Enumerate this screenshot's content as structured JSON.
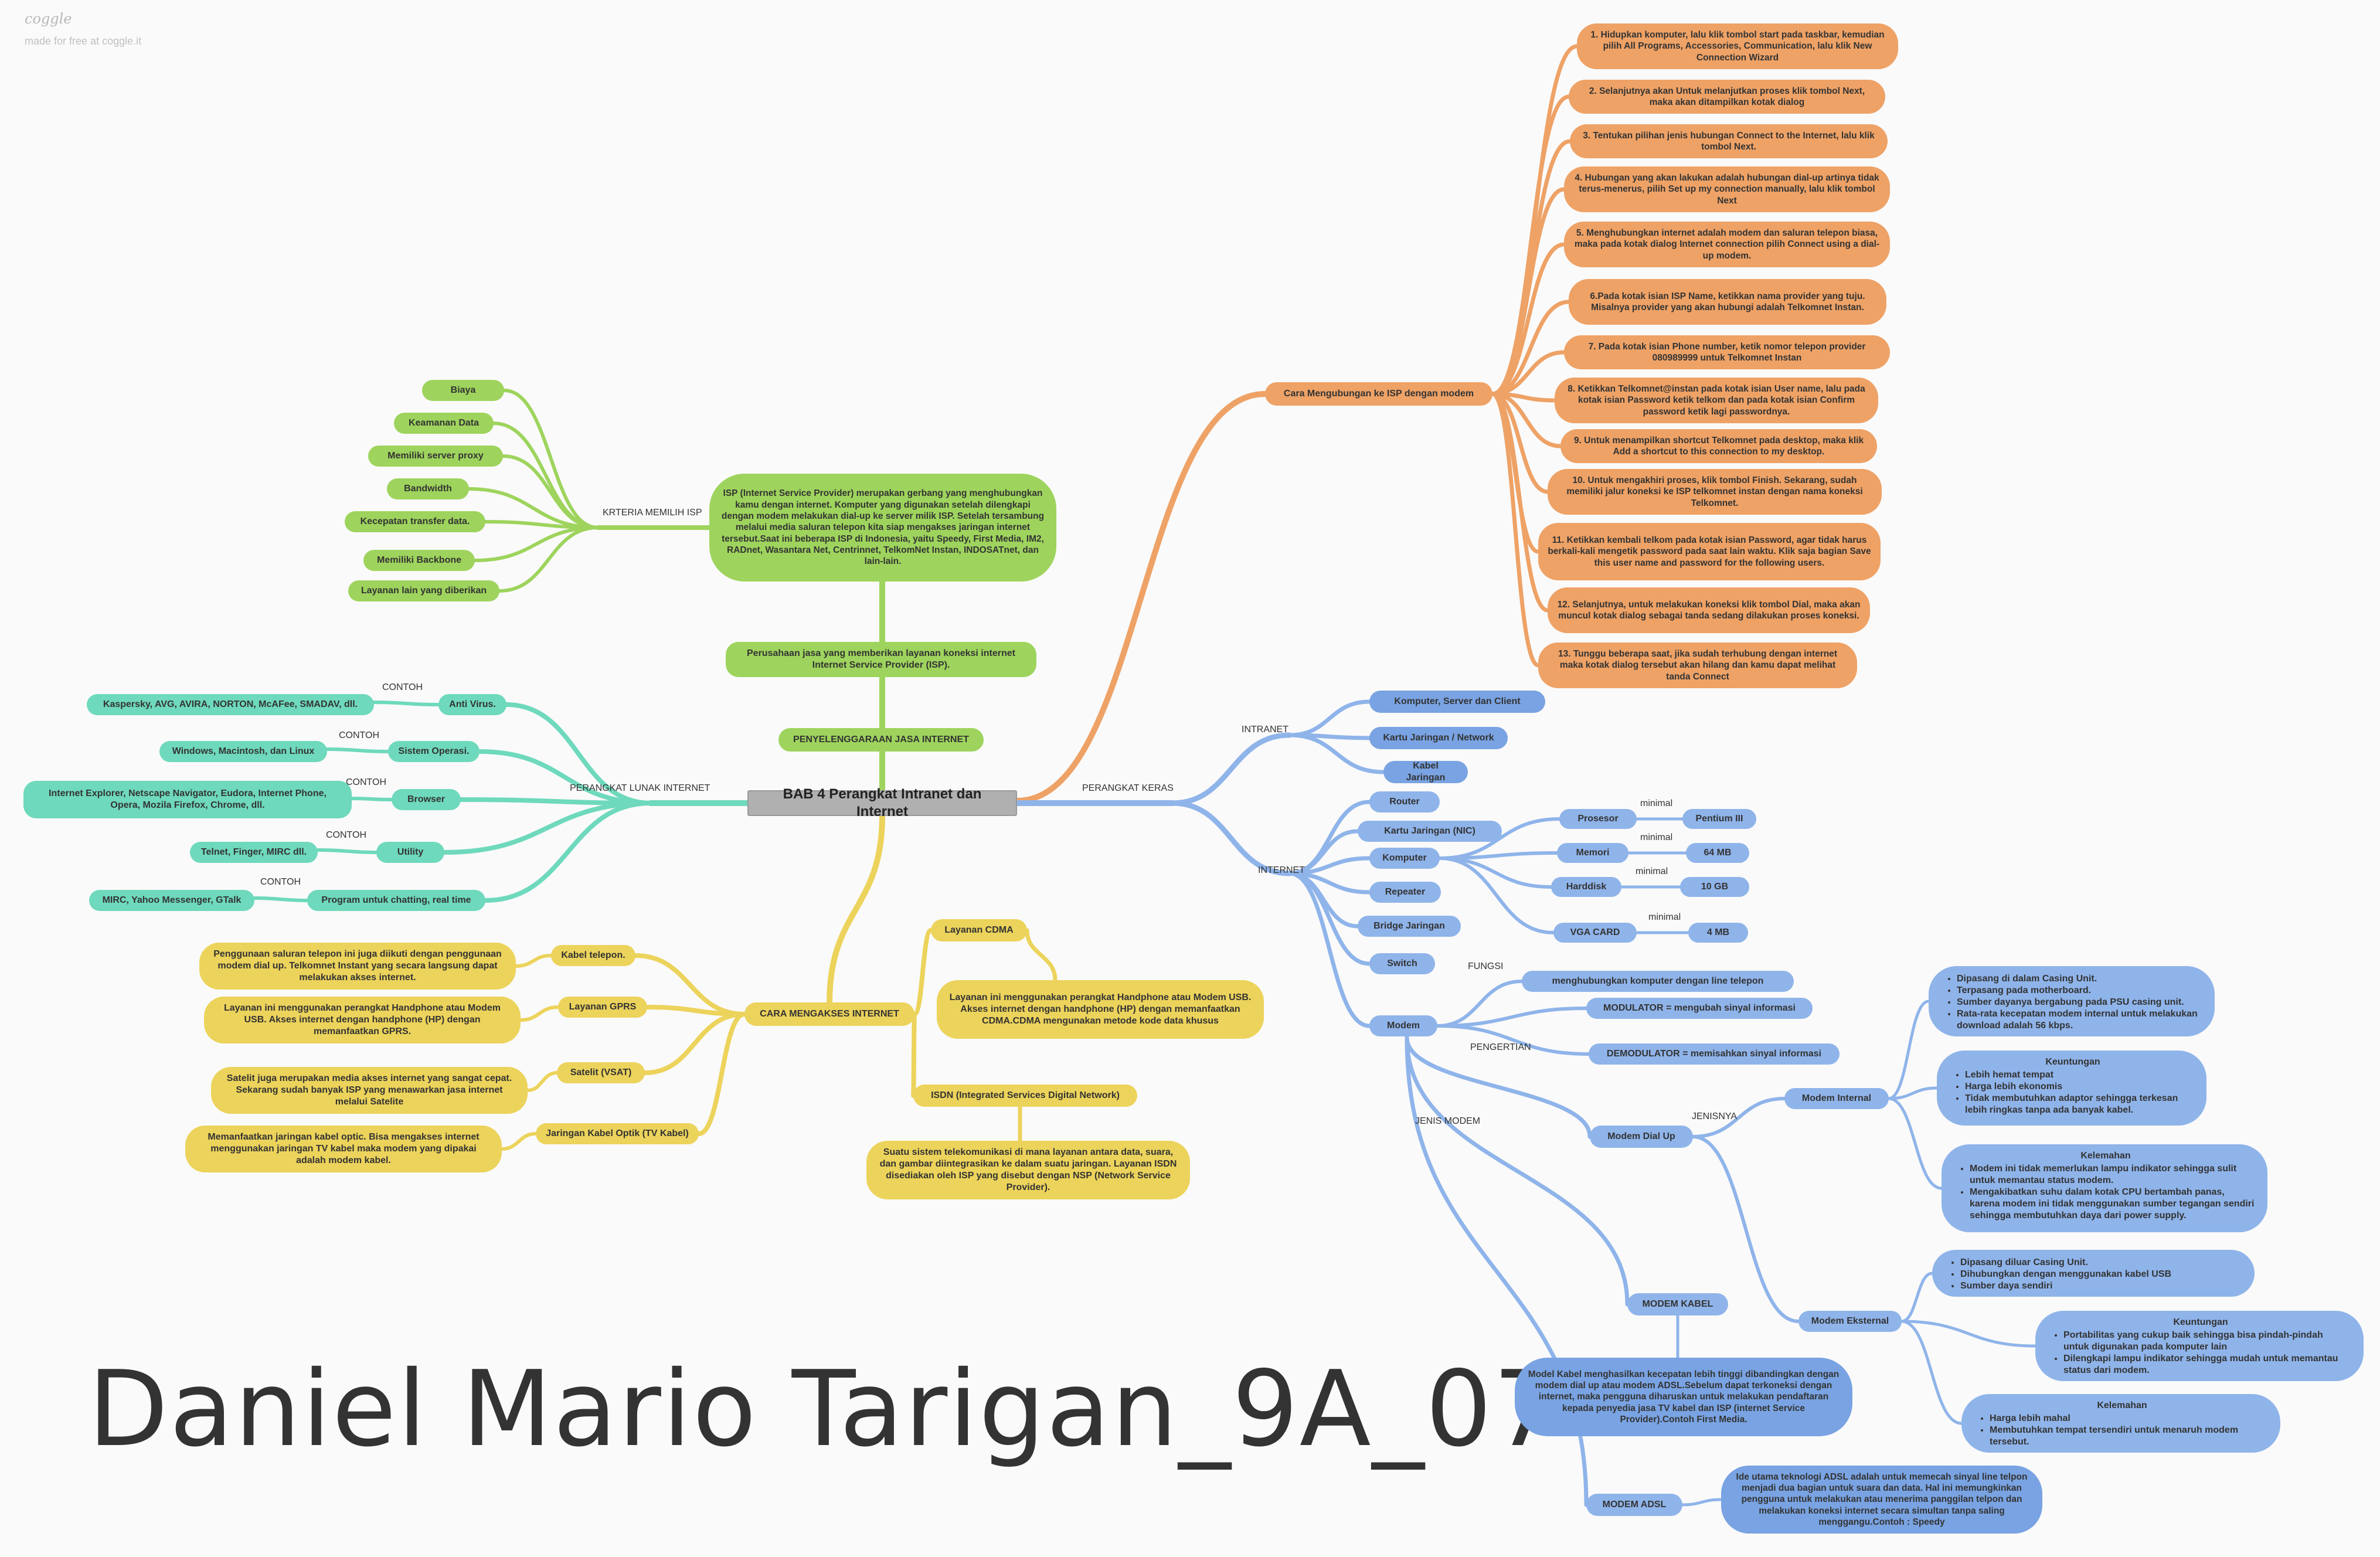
{
  "brand": {
    "logo": "coggle",
    "tagline": "made for free at coggle.it"
  },
  "author": "Daniel Mario Tarigan_9A_07",
  "center": "BAB 4 Perangkat Intranet dan Internet",
  "colors": {
    "green": "#9ed45d",
    "teal": "#6ed9bc",
    "orange": "#eea266",
    "yellow": "#ecd35b",
    "blue": "#8fb4ea"
  },
  "penyelenggaraan": {
    "title": "PENYELENGGARAAN JASA INTERNET",
    "definition": "Perusahaan jasa yang memberikan layanan koneksi internet Internet Service Provider (ISP).",
    "isp": "ISP (Internet Service Provider) merupakan gerbang yang menghubungkan kamu dengan internet. Komputer yang digunakan setelah dilengkapi dengan modem melakukan dial-up ke server milik ISP. Setelah tersambung melalui media saluran telepon kita siap mengakses jaringan internet tersebut.Saat ini beberapa ISP di Indonesia, yaitu Speedy, First Media, IM2, RADnet, Wasantara Net, Centrinnet, TelkomNet Instan, INDOSATnet, dan lain-lain.",
    "kriteria_label": "KRTERIA MEMILIH ISP",
    "kriteria": [
      "Biaya",
      "Keamanan Data",
      "Memiliki server proxy",
      "Bandwidth",
      "Kecepatan transfer data.",
      "Memiliki Backbone",
      "Layanan lain yang diberikan"
    ]
  },
  "lunak": {
    "label": "PERANGKAT LUNAK INTERNET",
    "contoh": "CONTOH",
    "items": [
      {
        "name": "Anti Virus.",
        "example": "Kaspersky, AVG, AVIRA, NORTON, McAFee, SMADAV, dll."
      },
      {
        "name": "Sistem Operasi.",
        "example": "Windows, Macintosh, dan Linux"
      },
      {
        "name": "Browser",
        "example": "Internet Explorer, Netscape Navigator, Eudora, Internet Phone, Opera, Mozila Firefox, Chrome, dll."
      },
      {
        "name": "Utility",
        "example": "Telnet, Finger, MIRC dll."
      },
      {
        "name": "Program untuk chatting, real time",
        "example": "MIRC, Yahoo Messenger, GTalk"
      }
    ]
  },
  "akses": {
    "title": "CARA MENGAKSES INTERNET",
    "items": [
      {
        "name": "Kabel telepon.",
        "desc": "Penggunaan saluran telepon ini juga diikuti dengan penggunaan modem dial up. Telkomnet Instant yang secara langsung dapat melakukan akses internet."
      },
      {
        "name": "Layanan GPRS",
        "desc": "Layanan ini menggunakan perangkat Handphone atau Modem USB. Akses internet dengan handphone (HP) dengan memanfaatkan GPRS."
      },
      {
        "name": "Satelit (VSAT)",
        "desc": "Satelit juga merupakan media akses internet yang sangat cepat. Sekarang sudah banyak ISP yang menawarkan jasa internet melalui Satelite"
      },
      {
        "name": "Jaringan Kabel Optik (TV Kabel)",
        "desc": "Memanfaatkan jaringan kabel optic. Bisa mengakses internet menggunakan jaringan TV kabel maka modem yang dipakai adalah modem kabel."
      }
    ],
    "cdma": {
      "name": "Layanan CDMA",
      "desc": "Layanan ini menggunakan perangkat Handphone atau Modem USB. Akses internet dengan handphone (HP) dengan memanfaatkan CDMA.CDMA mengunakan metode kode data khusus"
    },
    "isdn": {
      "name": "ISDN (Integrated Services Digital Network)",
      "desc": "Suatu sistem telekomunikasi di mana layanan antara data, suara, dan gambar diintegrasikan ke dalam suatu jaringan. Layanan ISDN disediakan oleh ISP yang disebut dengan NSP (Network Service Provider)."
    }
  },
  "modem_isp": {
    "title": "Cara Mengubungan ke ISP dengan modem",
    "steps": [
      "1. Hidupkan komputer, lalu klik tombol start pada taskbar, kemudian pilih All Programs, Accessories, Communication, lalu klik New Connection Wizard",
      "2. Selanjutnya akan Untuk melanjutkan proses klik tombol Next, maka akan ditampilkan kotak dialog",
      "3. Tentukan pilihan jenis hubungan Connect to the Internet, lalu klik tombol Next.",
      "4. Hubungan yang akan lakukan adalah hubungan dial-up artinya tidak terus-menerus, pilih Set up my connection manually, lalu klik tombol Next",
      "5. Menghubungkan internet adalah modem dan saluran telepon biasa, maka pada kotak dialog Internet connection pilih Connect using a dial-up modem.",
      "6.Pada kotak isian ISP Name, ketikkan nama provider yang tuju. Misalnya provider yang akan hubungi adalah Telkomnet Instan.",
      "7. Pada kotak isian Phone number, ketik nomor telepon provider 080989999 untuk Telkomnet Instan",
      "8. Ketikkan Telkomnet@instan pada kotak isian User name, lalu pada kotak isian Password ketik telkom dan pada kotak isian Confirm password ketik lagi passwordnya.",
      "9. Untuk menampilkan shortcut Telkomnet pada desktop, maka klik Add a shortcut to this connection to my desktop.",
      "10. Untuk mengakhiri proses, klik tombol Finish. Sekarang, sudah memiliki jalur koneksi ke ISP telkomnet instan dengan nama koneksi Telkomnet.",
      "11. Ketikkan kembali telkom pada kotak isian Password, agar tidak harus berkali-kali mengetik password pada saat lain waktu. Klik saja bagian Save this user name and password for the following users.",
      "12. Selanjutnya, untuk melakukan koneksi klik tombol Dial, maka akan muncul kotak dialog sebagai tanda sedang dilakukan proses koneksi.",
      "13. Tunggu beberapa saat, jika sudah terhubung dengan internet maka kotak dialog tersebut akan hilang dan kamu dapat melihat tanda Connect"
    ]
  },
  "keras": {
    "label": "PERANGKAT KERAS",
    "intranet_label": "INTRANET",
    "intranet": [
      "Komputer, Server dan Client",
      "Kartu Jaringan / Network",
      "Kabel Jaringan"
    ],
    "internet_label": "INTERNET",
    "internet": [
      "Router",
      "Kartu Jaringan (NIC)",
      "Komputer",
      "Repeater",
      "Bridge Jaringan",
      "Switch",
      "Modem"
    ],
    "minimal": "minimal",
    "komputer_specs": [
      {
        "name": "Prosesor",
        "value": "Pentium III"
      },
      {
        "name": "Memori",
        "value": "64 MB"
      },
      {
        "name": "Harddisk",
        "value": "10 GB"
      },
      {
        "name": "VGA CARD",
        "value": "4 MB"
      }
    ],
    "modem": {
      "fungsi_label": "FUNGSI",
      "fungsi": "menghubungkan komputer dengan line telepon",
      "pengertian_label": "PENGERTIAN",
      "pengertian": [
        "MODULATOR = mengubah sinyal informasi",
        "DEMODULATOR = memisahkan sinyal informasi"
      ],
      "jenis_label": "JENIS MODEM",
      "jenisnya_label": "JENISNYA",
      "dialup": "Modem Dial Up",
      "internal": "Modem Internal",
      "eksternal": "Modem Eksternal",
      "internal_info": [
        "Dipasang di dalam Casing Unit.",
        "Terpasang pada motherboard.",
        "Sumber dayanya bergabung pada PSU casing unit.",
        "Rata-rata kecepatan modem internal untuk melakukan download adalah 56 kbps."
      ],
      "keuntungan_label": "Keuntungan",
      "kelemahan_label": "Kelemahan",
      "internal_keuntungan": [
        "Lebih hemat tempat",
        "Harga lebih ekonomis",
        "Tidak membutuhkan adaptor sehingga terkesan lebih ringkas tanpa ada banyak kabel."
      ],
      "internal_kelemahan": [
        "Modem ini tidak memerlukan lampu indikator sehingga sulit untuk memantau status modem.",
        "Mengakibatkan suhu dalam kotak CPU bertambah panas, karena modem ini tidak menggunakan sumber tegangan sendiri sehingga membutuhkan daya dari power supply."
      ],
      "eksternal_info": [
        "Dipasang diluar Casing Unit.",
        "Dihubungkan dengan menggunakan kabel USB",
        "Sumber daya sendiri"
      ],
      "eksternal_keuntungan": [
        "Portabilitas yang cukup baik sehingga bisa pindah-pindah untuk digunakan pada komputer lain",
        "Dilengkapi lampu indikator sehingga mudah untuk memantau status dari modem."
      ],
      "eksternal_kelemahan": [
        "Harga lebih mahal",
        "Membutuhkan tempat tersendiri untuk menaruh modem tersebut."
      ],
      "kabel": "MODEM KABEL",
      "kabel_desc": "Model Kabel menghasilkan kecepatan lebih tinggi dibandingkan dengan modem dial up atau modem ADSL.Sebelum dapat terkoneksi dengan internet, maka pengguna diharuskan untuk melakukan pendaftaran kepada penyedia jasa TV kabel dan ISP (internet Service Provider).Contoh First Media.",
      "adsl": "MODEM ADSL",
      "adsl_desc": "Ide utama teknologi ADSL adalah untuk memecah sinyal line telpon menjadi dua bagian untuk suara dan data. Hal ini memungkinkan pengguna untuk melakukan atau menerima panggilan telpon dan melakukan koneksi internet secara simultan tanpa saling menggangu.Contoh : Speedy"
    }
  }
}
